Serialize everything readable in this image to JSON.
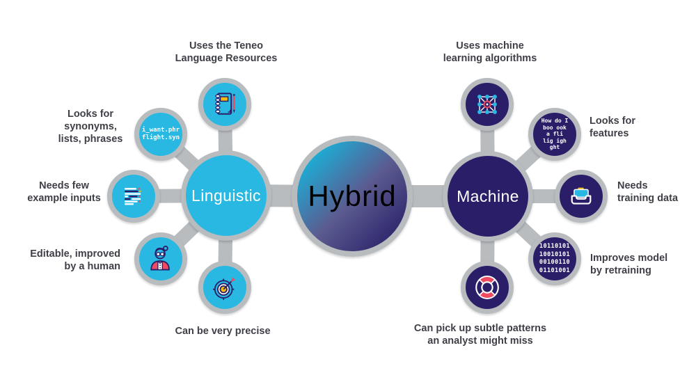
{
  "colors": {
    "cyan": "#29b8e2",
    "navy": "#2b1e69",
    "ring": "#b9bcbf",
    "red": "#ee4b63",
    "yellow": "#f6bb11",
    "text": "#3e3f47",
    "grad-start": "#14b8de",
    "grad-mid": "#5b5b90",
    "grad-end": "#261d66"
  },
  "center": {
    "label": "Hybrid"
  },
  "linguistic": {
    "label": "Linguistic",
    "snippet": "i_want.phr\nflight.syn",
    "callouts": {
      "teneo": "Uses the Teneo\nLanguage Resources",
      "synonyms": "Looks for\nsynonyms,\nlists, phrases",
      "few_inputs": "Needs few\nexample inputs",
      "editable": "Editable, improved\nby a human",
      "precise": "Can be very precise"
    }
  },
  "machine": {
    "label": "Machine",
    "snippet": "How do I\nboo ook\na fli\nlig igh\nght",
    "binary": "10110101\n10010101\n00100110\n01101001",
    "callouts": {
      "algorithms": "Uses machine\nlearning algorithms",
      "features": "Looks for\nfeatures",
      "training_data": "Needs\ntraining data",
      "retraining": "Improves model\nby retraining",
      "patterns": "Can pick up subtle patterns\nan analyst might miss"
    }
  }
}
